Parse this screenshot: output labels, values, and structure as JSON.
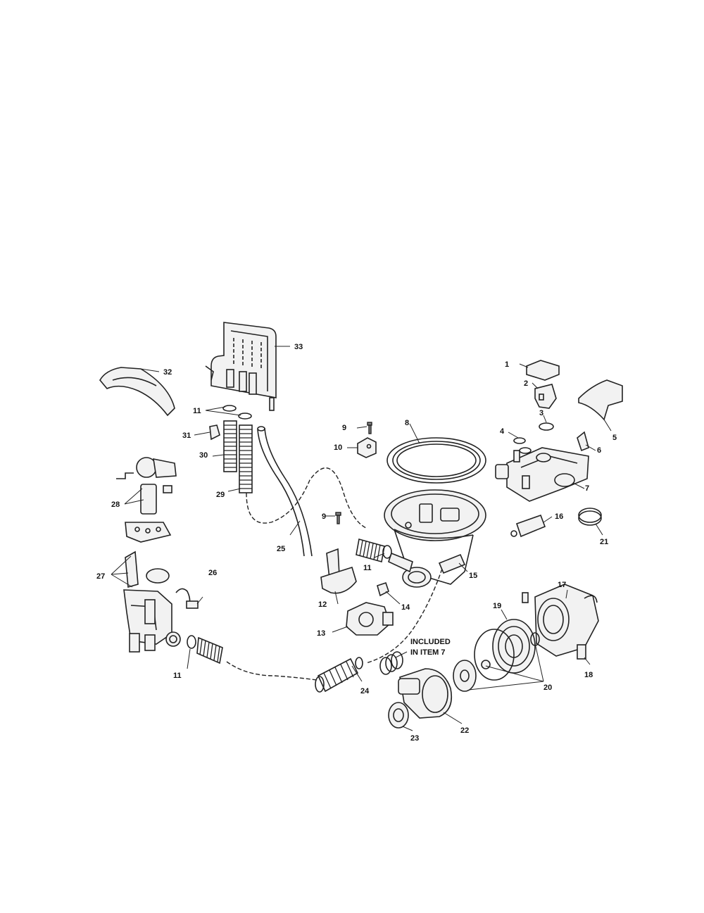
{
  "callouts": {
    "c1": "1",
    "c2": "2",
    "c3": "3",
    "c4": "4",
    "c5": "5",
    "c6": "6",
    "c7": "7",
    "c8": "8",
    "c9a": "9",
    "c9b": "9",
    "c10": "10",
    "c11a": "11",
    "c11b": "11",
    "c11c": "11",
    "c12": "12",
    "c13": "13",
    "c14": "14",
    "c15": "15",
    "c16": "16",
    "c17": "17",
    "c18": "18",
    "c19": "19",
    "c20": "20",
    "c21": "21",
    "c22": "22",
    "c23": "23",
    "c24": "24",
    "c25": "25",
    "c26": "26",
    "c27": "27",
    "c28": "28",
    "c29": "29",
    "c30": "30",
    "c31": "31",
    "c32": "32",
    "c33": "33"
  },
  "note": {
    "line1": "INCLUDED",
    "line2": "IN ITEM 7"
  }
}
